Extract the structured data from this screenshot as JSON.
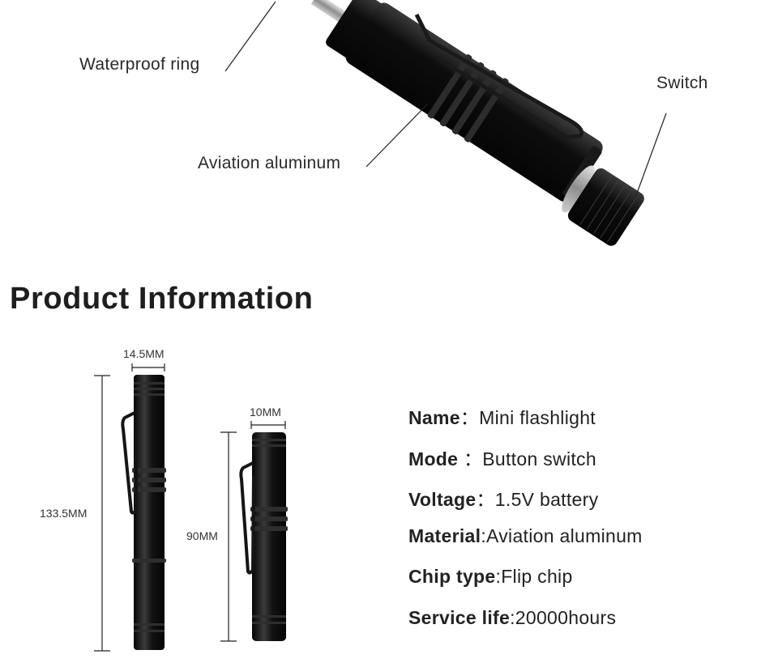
{
  "exploded_view": {
    "callouts": {
      "waterproof_ring": "Waterproof ring",
      "aviation_aluminum": "Aviation aluminum",
      "switch": "Switch"
    }
  },
  "heading": "Product Information",
  "dimensions": {
    "large_width": "14.5MM",
    "large_length": "133.5MM",
    "small_width": "10MM",
    "small_length": "90MM"
  },
  "specs": [
    {
      "key": "Name",
      "sep": "：",
      "value": "Mini flashlight"
    },
    {
      "key": "Mode",
      "sep": " ：",
      "value": "Button switch"
    },
    {
      "key": "Voltage",
      "sep": "：",
      "value": "1.5V battery"
    },
    {
      "key": "Material",
      "sep": ":",
      "value": "Aviation aluminum"
    },
    {
      "key": "Chip type",
      "sep": ":",
      "value": "Flip chip"
    },
    {
      "key": "Service life",
      "sep": ":",
      "value": "20000hours"
    }
  ],
  "colors": {
    "body": "#111111",
    "metal": "#9a9a9a",
    "text": "#222222"
  }
}
